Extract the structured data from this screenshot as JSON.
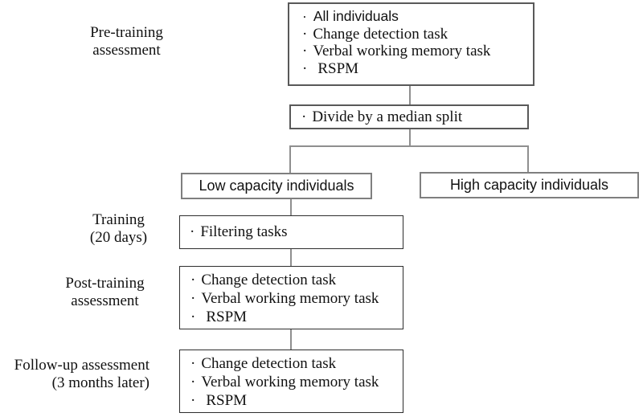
{
  "bullet": "·",
  "stage_labels": {
    "pretraining": {
      "lines": [
        "Pre-training",
        "assessment"
      ]
    },
    "training": {
      "lines": [
        "Training",
        "(20 days)"
      ]
    },
    "post_training": {
      "lines": [
        "Post-training",
        "assessment"
      ]
    },
    "follow_up": {
      "lines": [
        "Follow-up assessment",
        "(3 months later)"
      ]
    }
  },
  "boxes": {
    "pretraining": {
      "items": [
        "All individuals",
        "Change detection task",
        "Verbal working memory task",
        "RSPM"
      ]
    },
    "median_split": {
      "label": "Divide by a median split"
    },
    "low_capacity": {
      "label": "Low capacity individuals"
    },
    "high_capacity": {
      "label": "High capacity individuals"
    },
    "training": {
      "items": [
        "Filtering tasks"
      ]
    },
    "post_training": {
      "items": [
        "Change detection task",
        "Verbal working memory task",
        "RSPM"
      ]
    },
    "follow_up": {
      "items": [
        "Change detection task",
        "Verbal working memory task",
        "RSPM"
      ]
    }
  }
}
